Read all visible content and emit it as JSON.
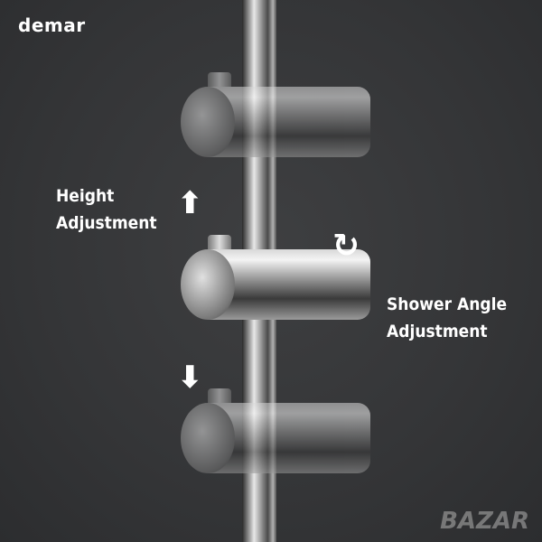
{
  "brand": "demar",
  "labels": {
    "height_line1": "Height",
    "height_line2": "Adjustment",
    "angle_line1": "Shower Angle",
    "angle_line2": "Adjustment"
  },
  "watermark": "BAZAR",
  "icons": {
    "up": "arrow-up",
    "down": "arrow-down",
    "rotate": "rotate-arrow"
  }
}
